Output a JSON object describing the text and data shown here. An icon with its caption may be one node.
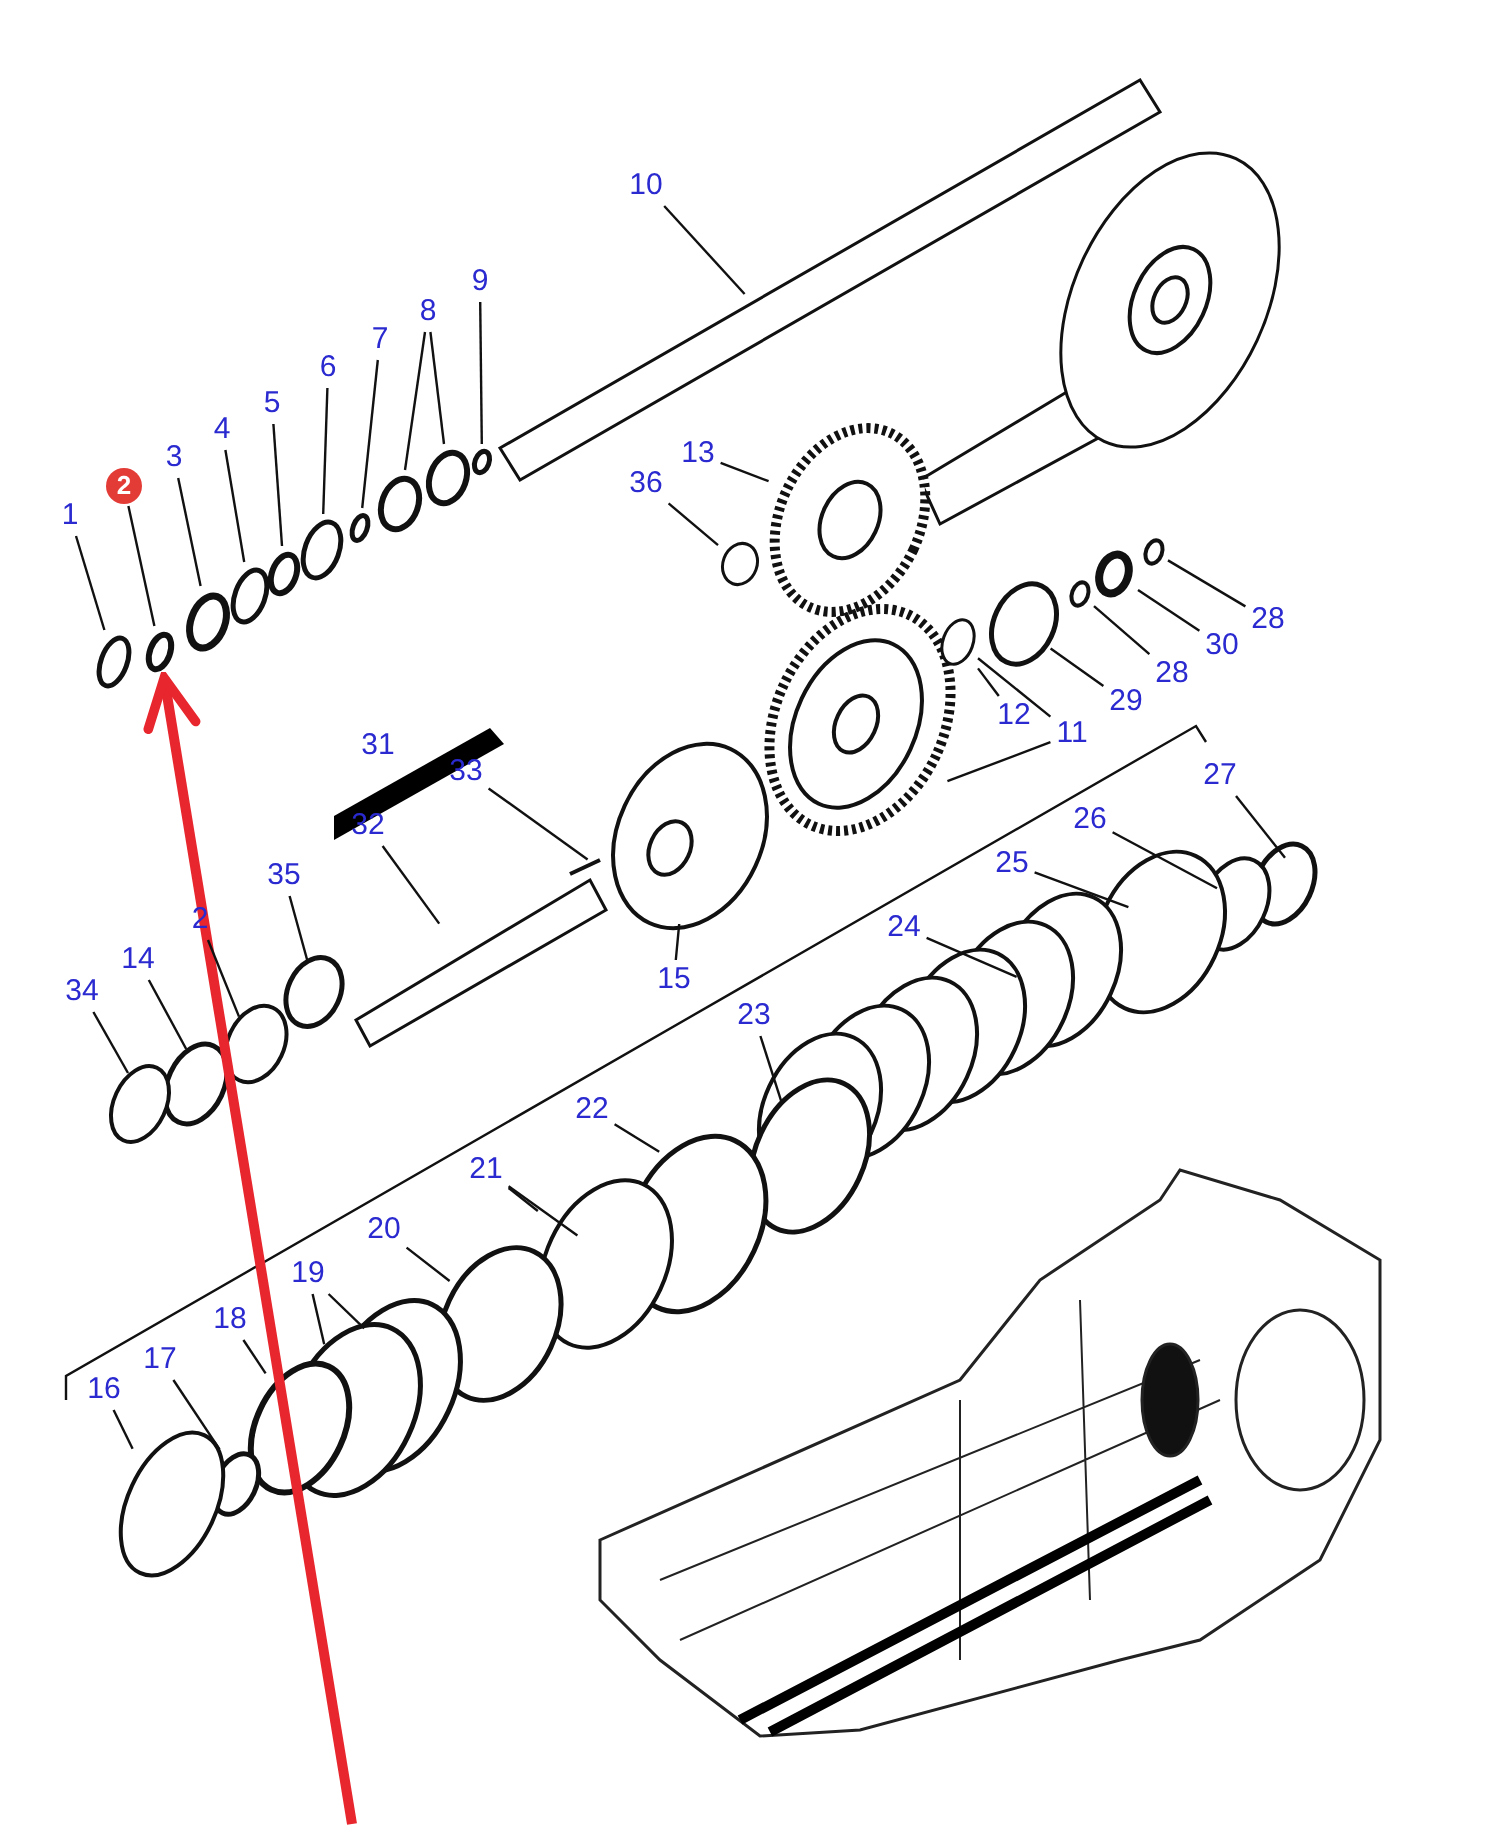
{
  "diagram": {
    "nodes": [
      {
        "text": [
          "10"
        ]
      },
      {
        "text": [
          "9"
        ]
      },
      {
        "text": [
          "8"
        ]
      },
      {
        "text": [
          "7"
        ]
      },
      {
        "text": [
          "6"
        ]
      },
      {
        "text": [
          "5"
        ]
      },
      {
        "text": [
          "4"
        ]
      },
      {
        "text": [
          "3"
        ]
      },
      {
        "text": [
          "2"
        ]
      },
      {
        "text": [],
        "shape": "circle"
      },
      {
        "text": [
          "1"
        ]
      },
      {
        "text": [
          "13"
        ]
      },
      {
        "text": [
          "36"
        ]
      },
      {
        "text": [
          "28"
        ]
      },
      {
        "text": [
          "30"
        ]
      },
      {
        "text": [
          "28"
        ]
      },
      {
        "text": [
          "29"
        ]
      },
      {
        "text": [
          "12"
        ]
      },
      {
        "text": [
          "11"
        ]
      },
      {
        "text": [
          "31"
        ]
      },
      {
        "text": [
          "33"
        ]
      },
      {
        "text": [
          "32"
        ]
      },
      {
        "text": [
          "35"
        ]
      },
      {
        "text": [
          "2"
        ]
      },
      {
        "text": [
          "14"
        ]
      },
      {
        "text": [
          "34"
        ]
      },
      {
        "text": [
          "15"
        ]
      },
      {
        "text": [
          "27"
        ]
      },
      {
        "text": [
          "26"
        ]
      },
      {
        "text": [
          "25"
        ]
      },
      {
        "text": [
          "24"
        ]
      },
      {
        "text": [
          "23"
        ]
      },
      {
        "text": [
          "22"
        ]
      },
      {
        "text": [
          "21"
        ]
      },
      {
        "text": [
          "20"
        ]
      },
      {
        "text": [
          "19"
        ]
      },
      {
        "text": [
          "18"
        ]
      },
      {
        "text": [
          "17"
        ]
      },
      {
        "text": [
          "16"
        ]
      },
      {
        "text": [],
        "shape": "circle"
      },
      {
        "text": [],
        "shape": "circle"
      },
      {
        "text": [],
        "shape": "circle"
      },
      {
        "text": [],
        "shape": "circle"
      },
      {
        "text": [],
        "shape": "circle"
      },
      {
        "text": [],
        "shape": "circle"
      },
      {
        "text": [],
        "shape": "circle"
      },
      {
        "text": [],
        "shape": "circle"
      },
      {
        "text": [],
        "shape": "circle"
      },
      {
        "text": [],
        "shape": "circle"
      },
      {
        "text": [],
        "shape": "circle"
      },
      {
        "text": [],
        "shape": "circle"
      },
      {
        "text": [],
        "shape": "circle"
      },
      {
        "text": [],
        "shape": "circle"
      }
    ],
    "edges": [
      {
        "from": 0,
        "to": null,
        "arrow": "none"
      },
      {
        "from": 1,
        "to": 48,
        "arrow": "none"
      },
      {
        "from": 2,
        "to": 46,
        "arrow": "none"
      },
      {
        "from": 2,
        "to": 47,
        "arrow": "none"
      },
      {
        "from": 3,
        "to": 45,
        "arrow": "none"
      },
      {
        "from": 4,
        "to": 44,
        "arrow": "none"
      },
      {
        "from": 5,
        "to": 43,
        "arrow": "none"
      },
      {
        "from": 6,
        "to": 42,
        "arrow": "none"
      },
      {
        "from": 7,
        "to": 40,
        "arrow": "none"
      },
      {
        "from": 8,
        "to": 9,
        "arrow": "none"
      },
      {
        "from": null,
        "to": 9,
        "arrow": "to",
        "style": "thick",
        "color": "#e8262d"
      },
      {
        "from": 10,
        "to": 39,
        "arrow": "none"
      },
      {
        "from": 11,
        "to": null,
        "arrow": "none"
      },
      {
        "from": 12,
        "to": 49,
        "arrow": "none"
      },
      {
        "from": 13,
        "to": 52,
        "arrow": "none"
      },
      {
        "from": 14,
        "to": 51,
        "arrow": "none"
      },
      {
        "from": 15,
        "to": 50,
        "arrow": "none"
      },
      {
        "from": 16,
        "to": null,
        "arrow": "none"
      },
      {
        "from": 17,
        "to": 41,
        "arrow": "none"
      },
      {
        "from": 18,
        "to": null,
        "arrow": "none"
      },
      {
        "from": 18,
        "to": 41,
        "arrow": "none"
      },
      {
        "from": 20,
        "to": null,
        "arrow": "none"
      },
      {
        "from": 21,
        "to": null,
        "arrow": "none"
      },
      {
        "from": 22,
        "to": null,
        "arrow": "none"
      },
      {
        "from": 23,
        "to": null,
        "arrow": "none"
      },
      {
        "from": 24,
        "to": null,
        "arrow": "none"
      },
      {
        "from": 25,
        "to": null,
        "arrow": "none"
      },
      {
        "from": 26,
        "to": null,
        "arrow": "none"
      },
      {
        "from": 27,
        "to": null,
        "arrow": "none"
      },
      {
        "from": 28,
        "to": null,
        "arrow": "none"
      },
      {
        "from": 29,
        "to": null,
        "arrow": "none"
      },
      {
        "from": 30,
        "to": null,
        "arrow": "none"
      },
      {
        "from": 31,
        "to": null,
        "arrow": "none"
      },
      {
        "from": 32,
        "to": null,
        "arrow": "none"
      },
      {
        "from": 33,
        "to": null,
        "arrow": "none"
      },
      {
        "from": 33,
        "to": null,
        "arrow": "none"
      },
      {
        "from": 34,
        "to": null,
        "arrow": "none"
      },
      {
        "from": 35,
        "to": null,
        "arrow": "none"
      },
      {
        "from": 35,
        "to": null,
        "arrow": "none"
      },
      {
        "from": 36,
        "to": null,
        "arrow": "none"
      },
      {
        "from": 37,
        "to": null,
        "arrow": "none"
      },
      {
        "from": 38,
        "to": null,
        "arrow": "none"
      }
    ]
  }
}
